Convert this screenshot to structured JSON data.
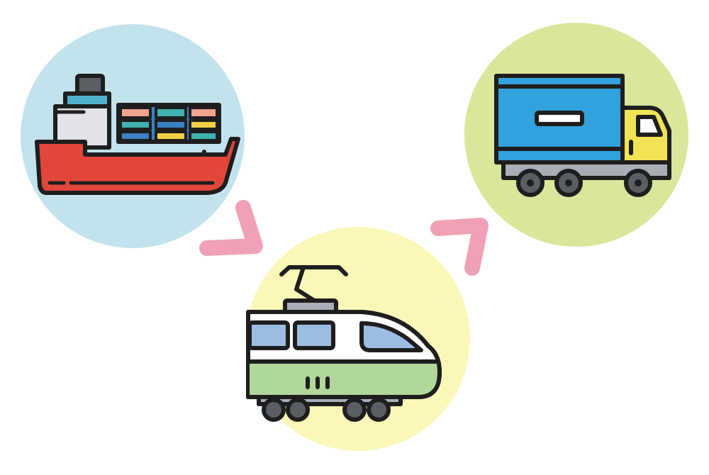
{
  "diagram": {
    "type": "transport-flow",
    "nodes": [
      {
        "id": "ship",
        "icon": "cargo-ship-icon",
        "background": "#c3e3ec"
      },
      {
        "id": "train",
        "icon": "train-icon",
        "background": "#fbf7b9"
      },
      {
        "id": "truck",
        "icon": "delivery-truck-icon",
        "background": "#d9e79a"
      }
    ],
    "connectors": [
      {
        "from": "ship",
        "to": "train",
        "icon": "arrow-chevron-icon",
        "color": "#f0a1b6"
      },
      {
        "from": "train",
        "to": "truck",
        "icon": "arrow-chevron-icon",
        "color": "#f0a1b6"
      }
    ],
    "colors": {
      "outline": "#1e1e1e",
      "ship_hull": "#e2463a",
      "ship_cabin": "#e2e4e8",
      "ship_window": "#4fb0cc",
      "container_pink": "#f2a48c",
      "container_teal": "#3fb1b0",
      "container_yellow": "#f0cf46",
      "container_blue": "#3a80c3",
      "train_body": "#ffffff",
      "train_window": "#9dbde3",
      "train_stripe": "#b1d79b",
      "train_roof": "#a9aeb6",
      "truck_box": "#32a2dc",
      "truck_cab": "#f1e354",
      "truck_chassis": "#a9aeb6",
      "wheel": "#5b5e63"
    }
  }
}
